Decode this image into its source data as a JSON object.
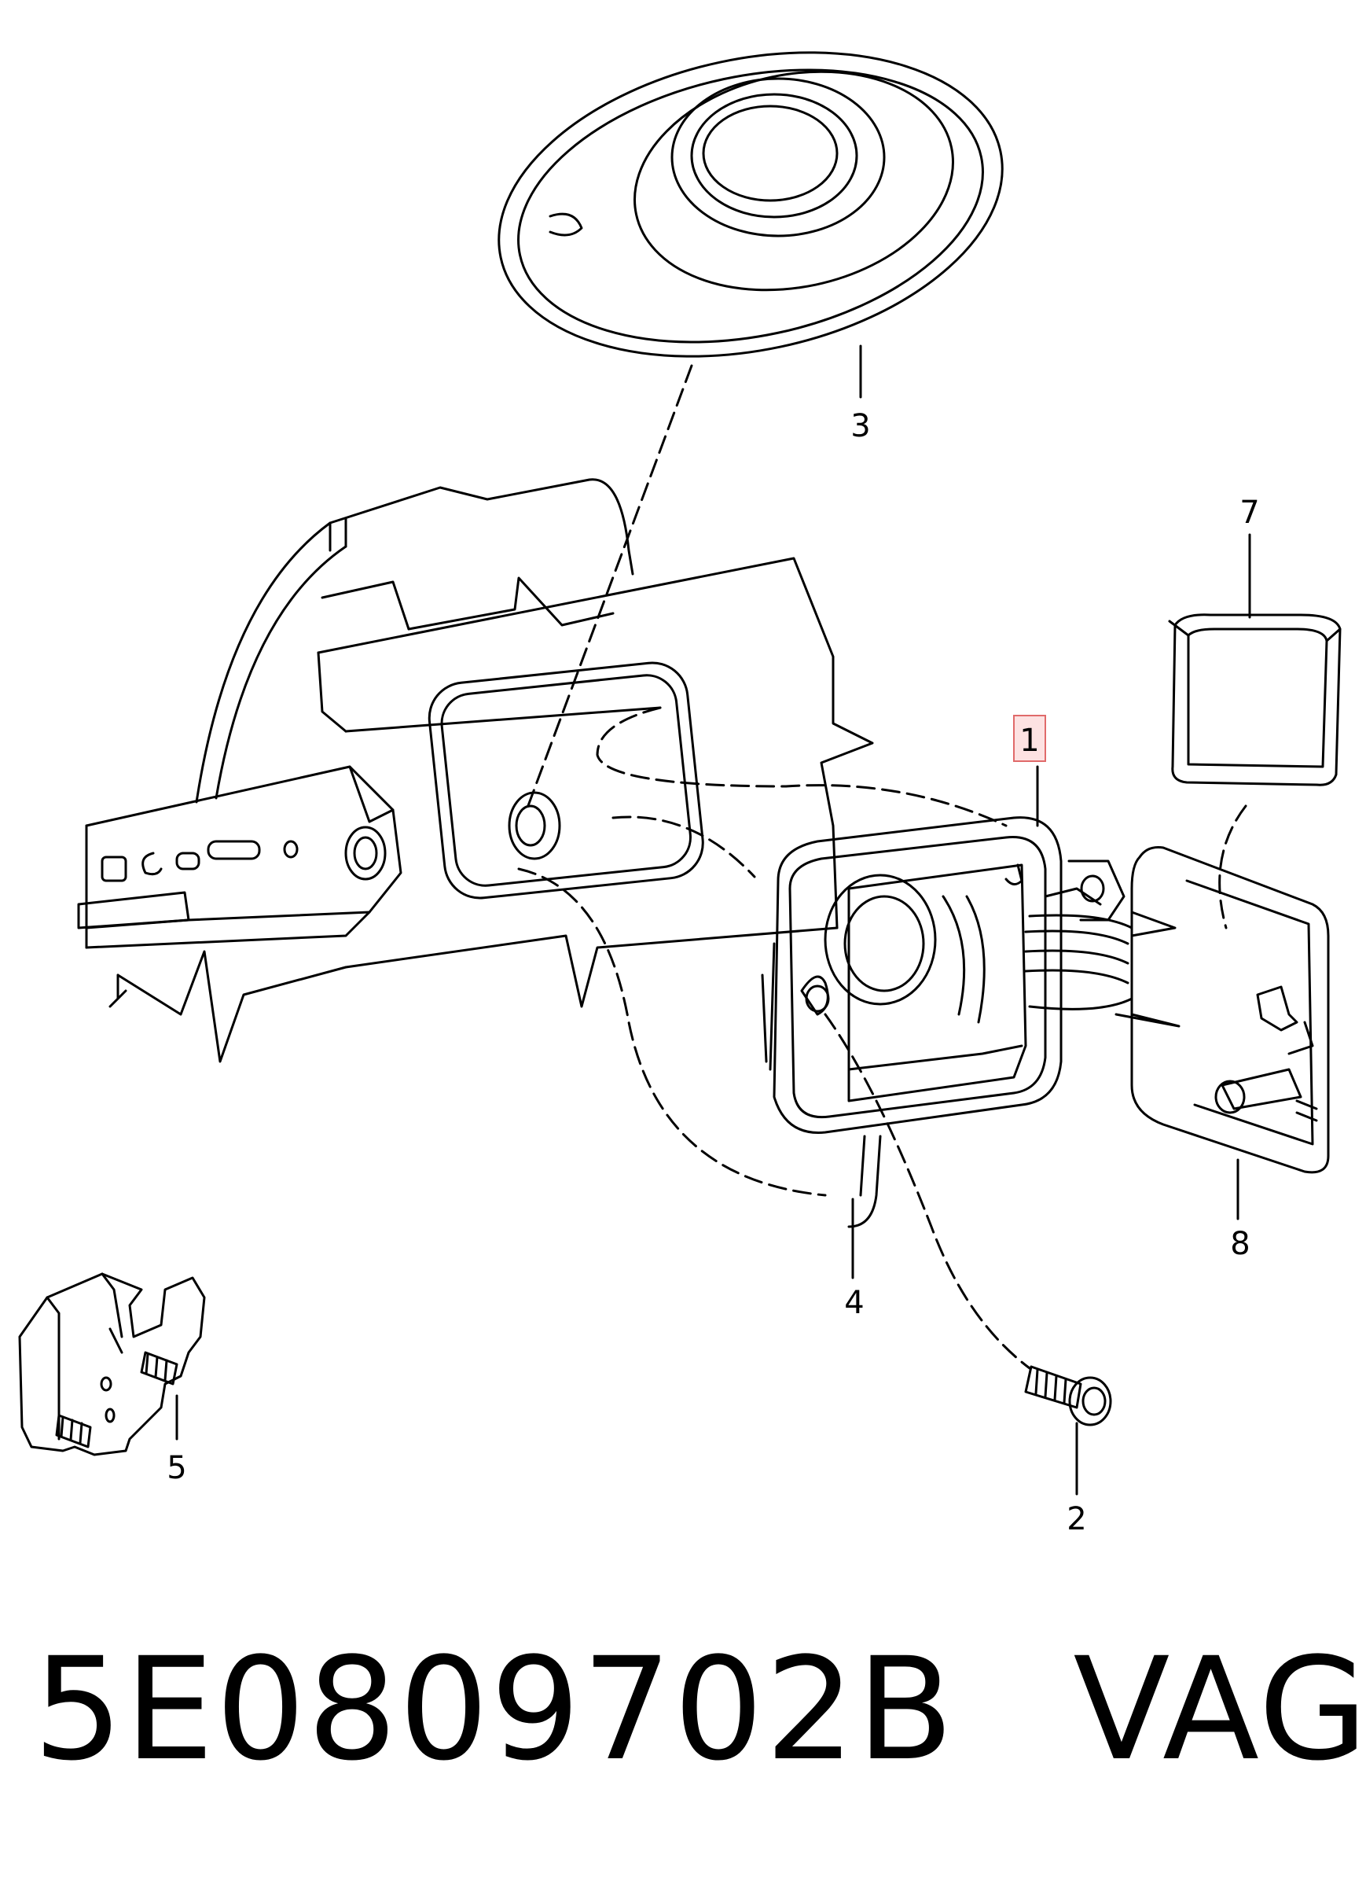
{
  "callouts": {
    "c1": "1",
    "c2": "2",
    "c3": "3",
    "c4": "4",
    "c5": "5",
    "c7": "7",
    "c8": "8"
  },
  "caption": {
    "part_number": "5E0809702B",
    "brand": "VAG"
  },
  "colors": {
    "line": "#000000",
    "highlight_fill": "#fde2e2",
    "highlight_stroke": "#e06a6a"
  }
}
